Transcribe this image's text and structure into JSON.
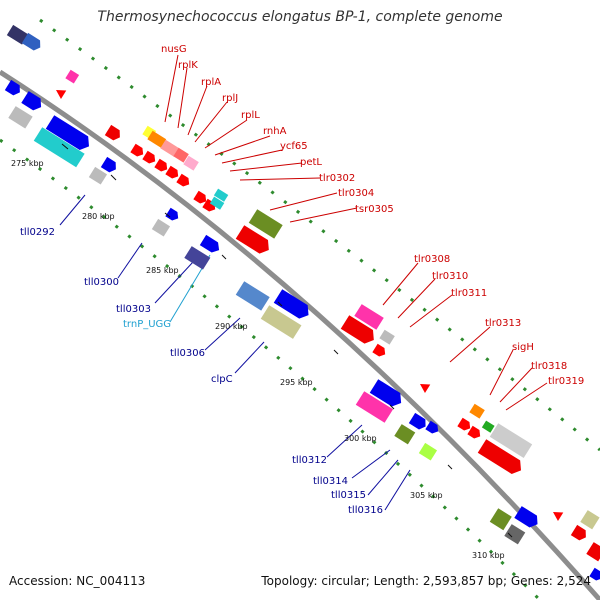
{
  "title": "Thermosynechococcus elongatus BP-1, complete genome",
  "footer": {
    "accession": "Accession: NC_004113",
    "summary": "Topology: circular; Length: 2,593,857 bp; Genes: 2,524"
  },
  "colors": {
    "backbone": "#8a8a8a",
    "dots": "#2e8b2e",
    "forward_label": "#cc0000",
    "reverse_label": "#00008b",
    "trna_label": "#1fa0d0"
  },
  "ticks": [
    "275 kbp",
    "280 kbp",
    "285 kbp",
    "290 kbp",
    "295 kbp",
    "300 kbp",
    "305 kbp",
    "310 kbp"
  ],
  "forward_labels": [
    "nusG",
    "rplK",
    "rplA",
    "rplJ",
    "rplL",
    "rnhA",
    "ycf65",
    "petL",
    "tlr0302",
    "tlr0304",
    "tsr0305",
    "tlr0308",
    "tlr0310",
    "tlr0311",
    "tlr0313",
    "sigH",
    "tlr0318",
    "tlr0319"
  ],
  "reverse_labels": [
    "tll0292",
    "tll0300",
    "tll0303",
    "trnP_UGG",
    "tll0306",
    "clpC",
    "tll0312",
    "tll0314",
    "tll0315",
    "tll0316"
  ]
}
